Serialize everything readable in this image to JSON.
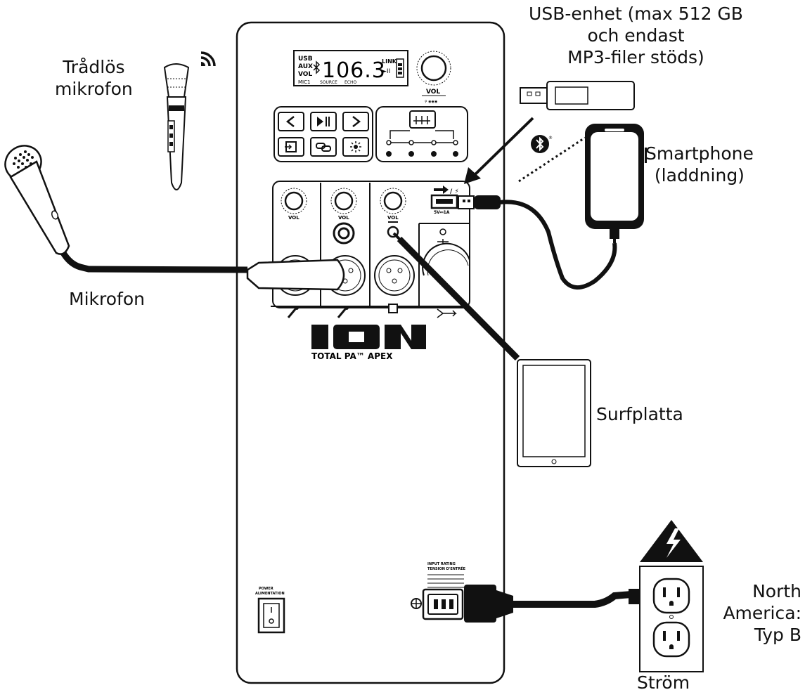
{
  "labels": {
    "wireless_mic": [
      "Trådlös",
      "mikrofon"
    ],
    "usb_device": [
      "USB-enhet (max 512 GB",
      "och endast",
      "MP3-filer stöds)"
    ],
    "smartphone": [
      "Smartphone",
      "(laddning)"
    ],
    "microphone": "Mikrofon",
    "tablet": "Surfplatta",
    "region": [
      "North",
      "America:",
      "Typ B"
    ],
    "power": "Ström"
  },
  "device": {
    "brand": "ION",
    "model": "TOTAL PA™ APEX",
    "lcd": {
      "modes": [
        "USB",
        "AUX",
        "VOL",
        "MIC1"
      ],
      "readout": "106.3",
      "link": "LINK",
      "sub_labels": [
        "SOURCE",
        "ECHO"
      ]
    },
    "vol_label": "VOL",
    "usb_port_label": "5V⎓1A",
    "input_rating": [
      "INPUT RATING",
      "TENSION D'ENTRÉE"
    ],
    "power_switch": [
      "POWER",
      "ALIMENTATION"
    ]
  },
  "icons": [
    "wireless-mic-icon",
    "wifi-signal-icon",
    "handheld-mic-icon",
    "usb-stick-icon",
    "bluetooth-icon",
    "smartphone-icon",
    "tablet-icon",
    "warning-lightning-icon",
    "wall-outlet-icon",
    "ac-plug-icon"
  ]
}
